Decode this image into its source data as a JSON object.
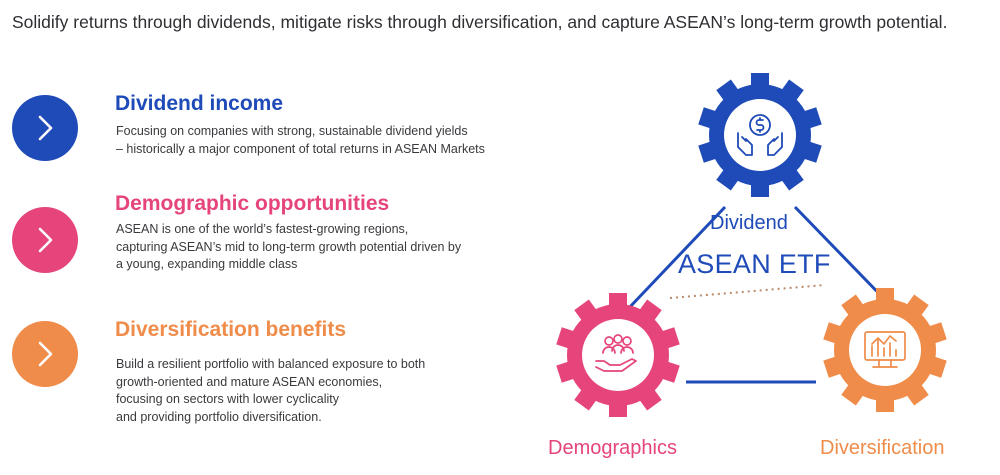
{
  "intro": "Solidify returns through dividends, mitigate risks through diversification, and capture ASEAN’s long-term growth potential.",
  "features": [
    {
      "title": "Dividend income",
      "color": "#1f4bb8",
      "icon": "chevron-right-icon",
      "lines": [
        "Focusing on companies with strong, sustainable dividend yields",
        "– historically a major component of total returns in ASEAN Markets"
      ]
    },
    {
      "title": "Demographic opportunities",
      "color": "#e5457a",
      "icon": "chevron-right-icon",
      "lines": [
        "ASEAN is one of the world’s fastest-growing regions,",
        "capturing ASEAN’s mid to long-term growth potential driven by",
        "a young, expanding middle class"
      ]
    },
    {
      "title": "Diversification benefits",
      "color": "#ef8c4a",
      "icon": "chevron-right-icon",
      "lines": [
        "Build a resilient portfolio with balanced exposure to both",
        "growth-oriented and mature ASEAN economies,",
        "focusing on sectors with lower cyclicality",
        "and providing portfolio diversification."
      ]
    }
  ],
  "diagram": {
    "center_label": "ASEAN ETF",
    "center_color": "#1f4bb8",
    "line_color": "#1f4bb8",
    "dotted_color": "#b98a6a",
    "gears": {
      "dividend": {
        "label": "Dividend",
        "color": "#1f4bb8",
        "icon": "hands-coin-icon"
      },
      "demographics": {
        "label": "Demographics",
        "color": "#e5457a",
        "icon": "group-in-hand-icon"
      },
      "diversification": {
        "label": "Diversification",
        "color": "#ef8c4a",
        "icon": "chart-monitor-icon"
      }
    }
  }
}
